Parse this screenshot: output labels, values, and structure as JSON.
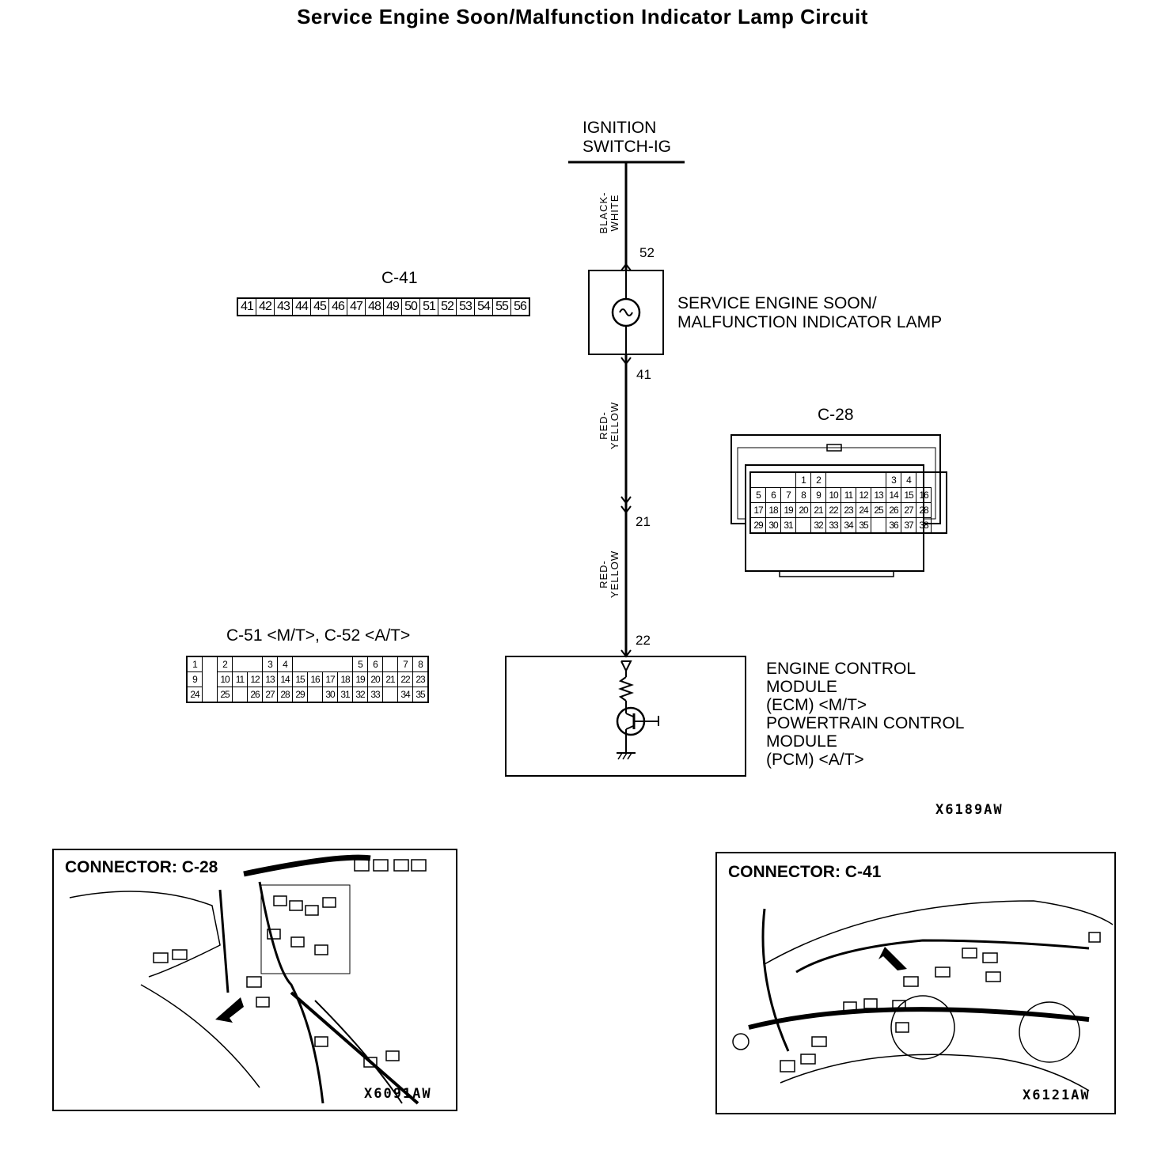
{
  "title": "Service Engine Soon/Malfunction Indicator Lamp Circuit",
  "ignition": {
    "line1": "IGNITION",
    "line2": "SWITCH-IG"
  },
  "wires": {
    "upper": {
      "line1": "BLACK-",
      "line2": "WHITE"
    },
    "middle": {
      "line1": "RED-",
      "line2": "YELLOW"
    },
    "lower": {
      "line1": "RED-",
      "line2": "YELLOW"
    }
  },
  "pins": {
    "p52": "52",
    "p41": "41",
    "p21": "21",
    "p22": "22"
  },
  "lamp": {
    "line1": "SERVICE ENGINE SOON/",
    "line2": "MALFUNCTION INDICATOR LAMP"
  },
  "ecm": {
    "line1": "ENGINE CONTROL",
    "line2": "MODULE",
    "line3": "(ECM) <M/T>",
    "line4": "POWERTRAIN CONTROL",
    "line5": "MODULE",
    "line6": "(PCM) <A/T>"
  },
  "c41": {
    "label": "C-41",
    "pins": [
      "41",
      "42",
      "43",
      "44",
      "45",
      "46",
      "47",
      "48",
      "49",
      "50",
      "51",
      "52",
      "53",
      "54",
      "55",
      "56"
    ]
  },
  "c28": {
    "label": "C-28",
    "rows": [
      [
        "",
        "",
        "",
        "1",
        "2",
        "",
        "",
        "",
        "",
        "3",
        "4",
        "",
        ""
      ],
      [
        "5",
        "6",
        "7",
        "8",
        "9",
        "10",
        "11",
        "12",
        "13",
        "14",
        "15",
        "16",
        ""
      ],
      [
        "17",
        "18",
        "19",
        "20",
        "21",
        "22",
        "23",
        "24",
        "25",
        "26",
        "27",
        "28",
        ""
      ],
      [
        "29",
        "30",
        "31",
        "",
        "32",
        "33",
        "34",
        "35",
        "",
        "36",
        "37",
        "38",
        ""
      ]
    ]
  },
  "c51": {
    "label": "C-51 <M/T>, C-52 <A/T>",
    "rows": [
      [
        "1",
        "",
        "2",
        "",
        "",
        "3",
        "4",
        "",
        "",
        "",
        "",
        "5",
        "6",
        "",
        "7",
        "8"
      ],
      [
        "9",
        "",
        "10",
        "11",
        "12",
        "13",
        "14",
        "15",
        "16",
        "17",
        "18",
        "19",
        "20",
        "21",
        "22",
        "23"
      ],
      [
        "24",
        "",
        "25",
        "",
        "26",
        "27",
        "28",
        "29",
        "",
        "30",
        "31",
        "32",
        "33",
        "",
        "34",
        "35"
      ]
    ]
  },
  "figure_code": "X6189AW",
  "panel_c28": {
    "title": "CONNECTOR:  C-28",
    "code": "X6091AW"
  },
  "panel_c41": {
    "title": "CONNECTOR:  C-41",
    "code": "X6121AW"
  }
}
